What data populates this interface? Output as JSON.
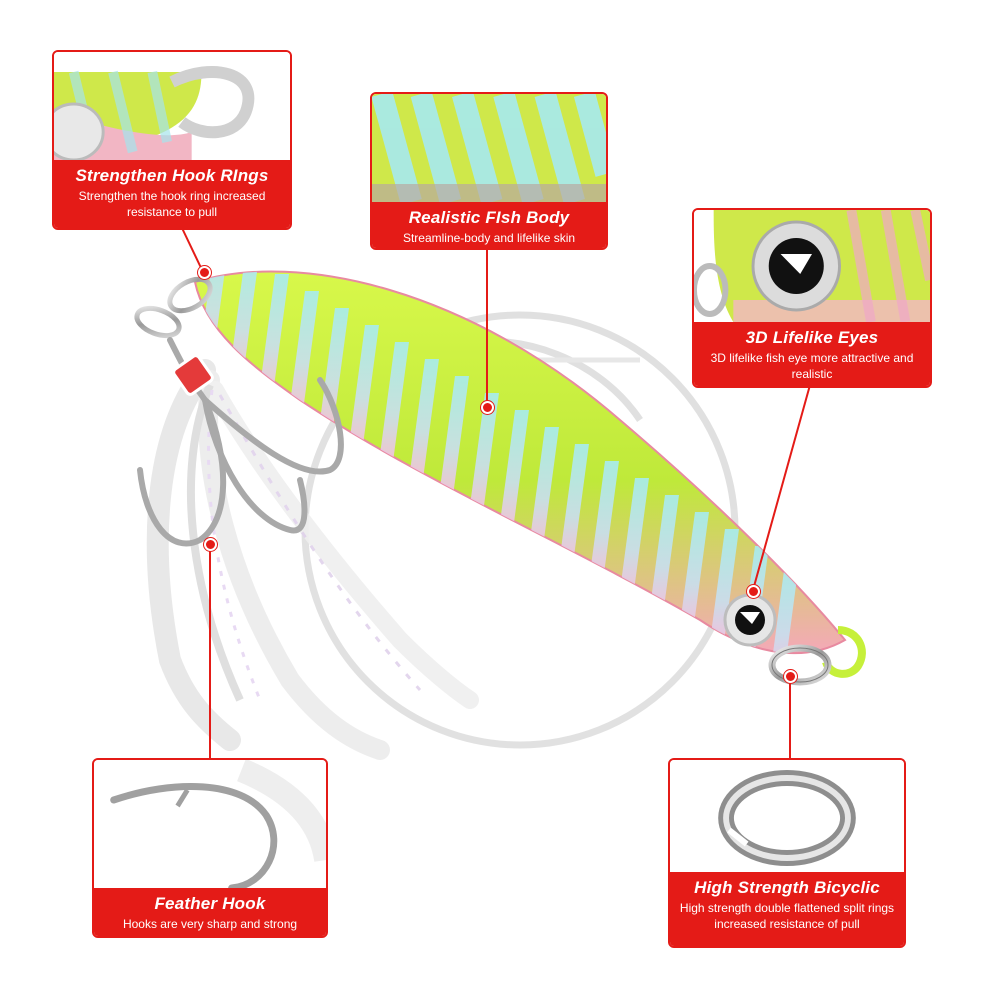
{
  "callouts": {
    "hook_rings": {
      "title": "Strengthen Hook RIngs",
      "description": "Strengthen the hook ring increased resistance to pull"
    },
    "fish_body": {
      "title": "Realistic FIsh Body",
      "description": "Streamline-body and lifelike skin"
    },
    "eyes": {
      "title": "3D Lifelike  Eyes",
      "description": "3D lifelike fish eye more attractive and realistic"
    },
    "feather_hook": {
      "title": "Feather Hook",
      "description": "Hooks are very sharp and strong"
    },
    "split_ring": {
      "title": "High Strength Bicyclic",
      "description": "High strength double flattened split rings increased resistance of pull"
    }
  },
  "colors": {
    "accent": "#e41b17",
    "lure_body": "#c6f03a",
    "lure_stripes": "#9fe6e8",
    "lure_belly": "#f3a6b4"
  },
  "icons": [
    "split-ring-icon",
    "treble-hook-icon",
    "feather-icon",
    "fish-eye-icon",
    "watermark-circle-icon"
  ]
}
